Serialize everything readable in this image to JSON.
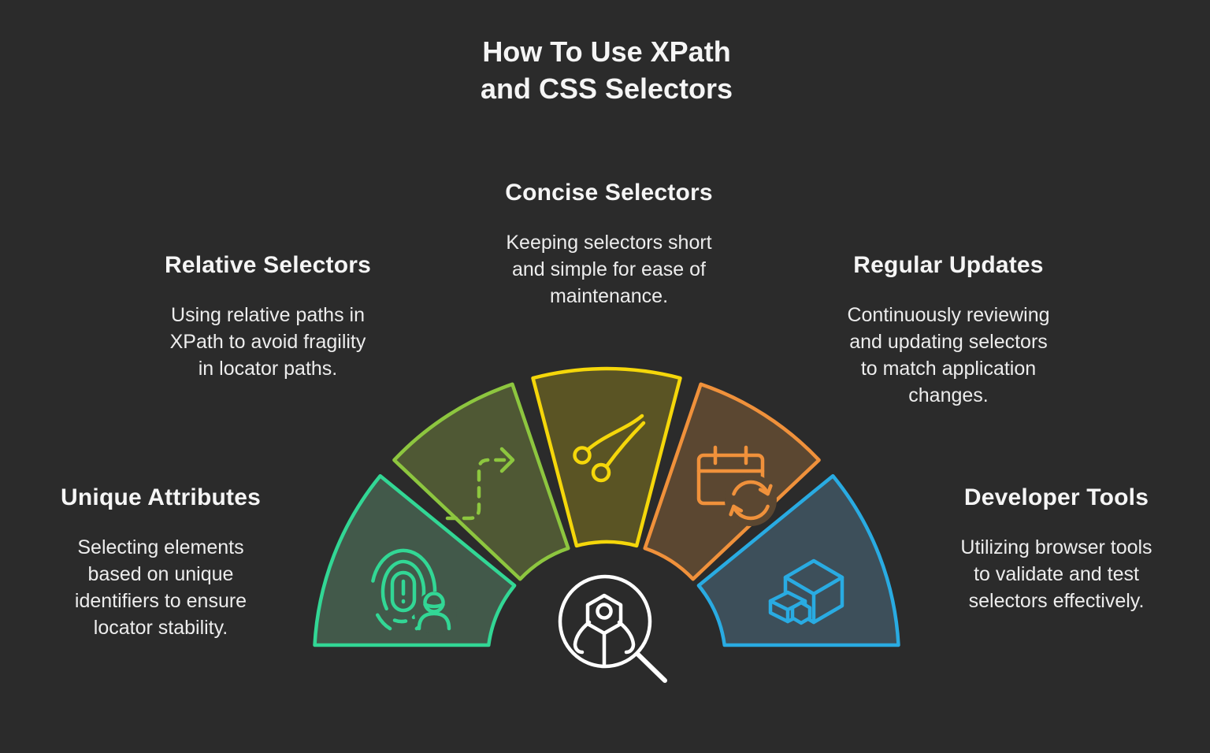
{
  "background_color": "#2b2b2b",
  "title": {
    "text": "How To Use XPath\nand CSS Selectors",
    "color": "#f5f5f5"
  },
  "features": [
    {
      "heading": "Unique Attributes",
      "body": "Selecting elements\nbased on unique\nidentifiers to ensure\nlocator stability.",
      "icon": "fingerprint-user-icon",
      "accent": "#32d795"
    },
    {
      "heading": "Relative Selectors",
      "body": "Using relative paths in\nXPath to avoid fragility\nin locator paths.",
      "icon": "dashed-path-arrow-icon",
      "accent": "#8dc63f"
    },
    {
      "heading": "Concise Selectors",
      "body": "Keeping selectors short\nand simple for ease of\nmaintenance.",
      "icon": "scissors-icon",
      "accent": "#f5d70a"
    },
    {
      "heading": "Regular Updates",
      "body": "Continuously reviewing\nand updating selectors\nto match application\nchanges.",
      "icon": "calendar-refresh-icon",
      "accent": "#f0913b"
    },
    {
      "heading": "Developer Tools",
      "body": "Utilizing browser tools\nto validate and test\nselectors effectively.",
      "icon": "cubes-icon",
      "accent": "#29abe2"
    }
  ],
  "wedges": [
    {
      "name": "unique-attributes",
      "stroke": "#32d795",
      "fill": "#42594a"
    },
    {
      "name": "relative-selectors",
      "stroke": "#8dc63f",
      "fill": "#4f5834"
    },
    {
      "name": "concise-selectors",
      "stroke": "#f5d70a",
      "fill": "#5a5424"
    },
    {
      "name": "regular-updates",
      "stroke": "#f0913b",
      "fill": "#5b4731"
    },
    {
      "name": "developer-tools",
      "stroke": "#29abe2",
      "fill": "#3d4f5a"
    }
  ],
  "center_icon": {
    "name": "magnifier-grabber-icon",
    "color": "#ffffff"
  }
}
